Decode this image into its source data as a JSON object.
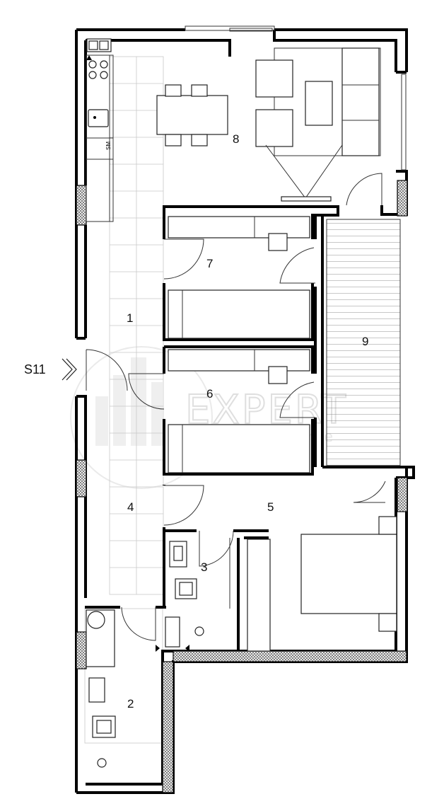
{
  "entry": {
    "label": "S11"
  },
  "rooms": [
    {
      "id": "1",
      "label": "1"
    },
    {
      "id": "2",
      "label": "2"
    },
    {
      "id": "3",
      "label": "3"
    },
    {
      "id": "4",
      "label": "4"
    },
    {
      "id": "5",
      "label": "5"
    },
    {
      "id": "6",
      "label": "6"
    },
    {
      "id": "7",
      "label": "7"
    },
    {
      "id": "8",
      "label": "8"
    },
    {
      "id": "9",
      "label": "9"
    }
  ],
  "kitchen": {
    "appliance_label": "SM"
  },
  "watermark": {
    "brand": "EXPERT",
    "tagline": "nekretnine"
  }
}
